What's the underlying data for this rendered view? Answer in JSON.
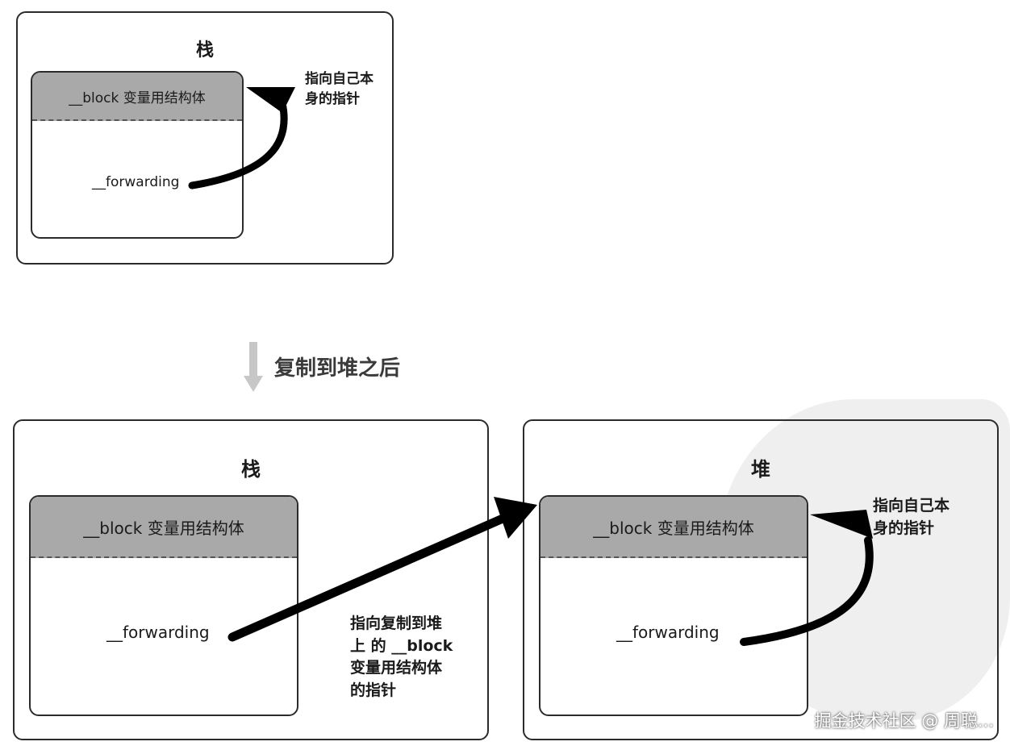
{
  "top": {
    "title": "栈",
    "struct_header": "__block 变量用结构体",
    "field": "__forwarding",
    "note": [
      "指向自己本",
      "身的指针"
    ]
  },
  "transition": {
    "label": "复制到堆之后"
  },
  "bottom_left": {
    "title": "栈",
    "struct_header": "__block 变量用结构体",
    "field": "__forwarding"
  },
  "middle_note": [
    "指向复制到堆",
    "上 的 __block",
    "变量用结构体",
    "的指针"
  ],
  "bottom_right": {
    "title": "堆",
    "struct_header": "__block 变量用结构体",
    "field": "__forwarding",
    "note": [
      "指向自己本",
      "身的指针"
    ]
  },
  "watermark": "掘金技术社区 @ 周聪..."
}
